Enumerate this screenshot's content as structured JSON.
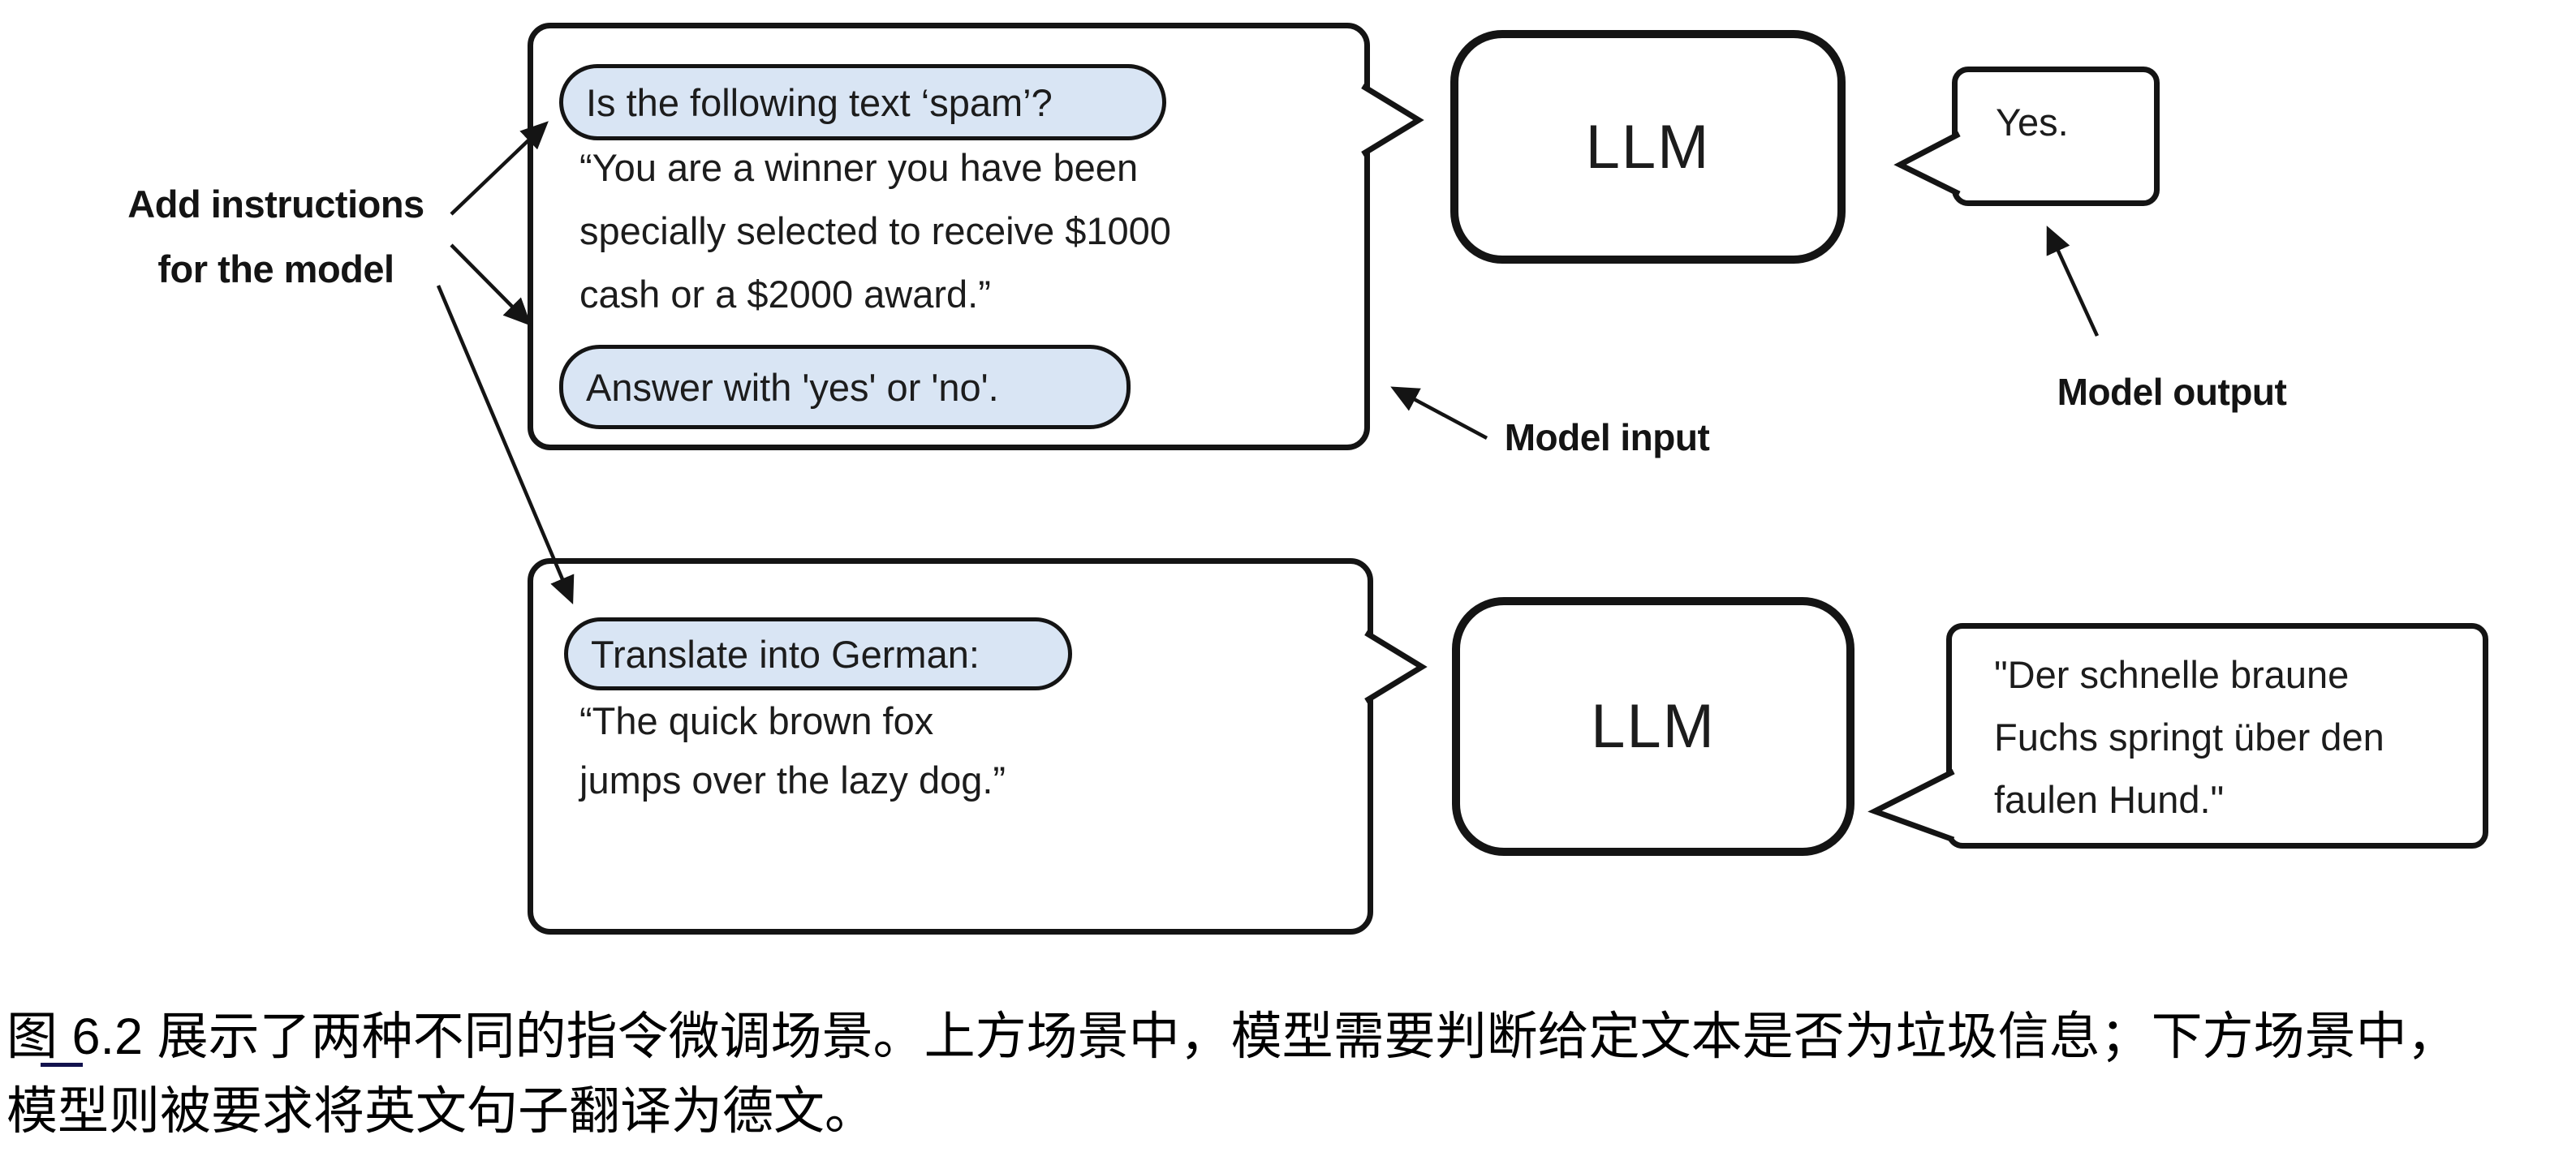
{
  "diagram": {
    "annotations": {
      "add_instructions_line1": "Add instructions",
      "add_instructions_line2": "for the model",
      "model_input": "Model input",
      "model_output": "Model output"
    },
    "scenario_top": {
      "instruction_pill_1": "Is the following text ‘spam’?",
      "body_lines": [
        "“You are a winner you have been",
        "specially selected to receive $1000",
        "cash or a $2000 award.”"
      ],
      "instruction_pill_2": "Answer with 'yes' or 'no'.",
      "llm_label": "LLM",
      "output_text": "Yes."
    },
    "scenario_bottom": {
      "instruction_pill": "Translate into German:",
      "body_lines": [
        "“The quick brown fox",
        "jumps over the lazy dog.”"
      ],
      "llm_label": "LLM",
      "output_lines": [
        "\"Der schnelle braune",
        "Fuchs springt über den",
        "faulen Hund.\""
      ]
    },
    "colors": {
      "pill_background": "#d9e5f4",
      "stroke": "#141414"
    }
  },
  "caption": {
    "line1": "图 6.2 展示了两种不同的指令微调场景。上方场景中，模型需要判断给定文本是否为垃圾信息；下方场景中，",
    "line2": "模型则被要求将英文句子翻译为德文。"
  }
}
